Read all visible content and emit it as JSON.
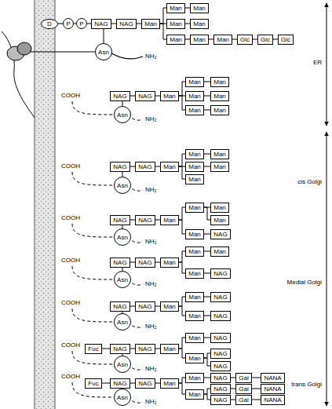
{
  "diagram": {
    "nodes": [
      {
        "text": [
          "D"
        ]
      },
      {
        "text": [
          "P"
        ]
      },
      {
        "text": [
          "P"
        ]
      },
      {
        "text": [
          "NAG"
        ]
      },
      {
        "text": [
          "NAG"
        ]
      },
      {
        "text": [
          "Man"
        ]
      },
      {
        "text": [
          "Man"
        ]
      },
      {
        "text": [
          "Man"
        ]
      },
      {
        "text": [
          "Man"
        ]
      },
      {
        "text": [
          "Man"
        ]
      },
      {
        "text": [
          "Man"
        ]
      },
      {
        "text": [
          "Man"
        ]
      },
      {
        "text": [
          "Man"
        ]
      },
      {
        "text": [
          "Glc"
        ]
      },
      {
        "text": [
          "Glc"
        ]
      },
      {
        "text": [
          "Glc"
        ]
      },
      {
        "text": [
          "Asn"
        ]
      },
      {
        "text": [
          "NAG"
        ]
      },
      {
        "text": [
          "NAG"
        ]
      },
      {
        "text": [
          "Man"
        ]
      },
      {
        "text": [
          "Man"
        ]
      },
      {
        "text": [
          "Man"
        ]
      },
      {
        "text": [
          "Man"
        ]
      },
      {
        "text": [
          "Man"
        ]
      },
      {
        "text": [
          "Man"
        ]
      },
      {
        "text": [
          "Man"
        ]
      },
      {
        "text": [
          "Asn"
        ]
      },
      {
        "text": [
          "NAG"
        ]
      },
      {
        "text": [
          "NAG"
        ]
      },
      {
        "text": [
          "Man"
        ]
      },
      {
        "text": [
          "Man"
        ]
      },
      {
        "text": [
          "Man"
        ]
      },
      {
        "text": [
          "Man"
        ]
      },
      {
        "text": [
          "Man"
        ]
      },
      {
        "text": [
          "Man"
        ]
      },
      {
        "text": [
          "Asn"
        ]
      },
      {
        "text": [
          "NAG"
        ]
      },
      {
        "text": [
          "NAG"
        ]
      },
      {
        "text": [
          "Man"
        ]
      },
      {
        "text": [
          "Man"
        ]
      },
      {
        "text": [
          "Man"
        ]
      },
      {
        "text": [
          "Man"
        ]
      },
      {
        "text": [
          "Man"
        ]
      },
      {
        "text": [
          "NAG"
        ]
      },
      {
        "text": [
          "Asn"
        ]
      },
      {
        "text": [
          "NAG"
        ]
      },
      {
        "text": [
          "NAG"
        ]
      },
      {
        "text": [
          "Man"
        ]
      },
      {
        "text": [
          "Man"
        ]
      },
      {
        "text": [
          "Man"
        ]
      },
      {
        "text": [
          "Man"
        ]
      },
      {
        "text": [
          "NAG"
        ]
      },
      {
        "text": [
          "Asn"
        ]
      },
      {
        "text": [
          "NAG"
        ]
      },
      {
        "text": [
          "NAG"
        ]
      },
      {
        "text": [
          "Man"
        ]
      },
      {
        "text": [
          "Man"
        ]
      },
      {
        "text": [
          "NAG"
        ]
      },
      {
        "text": [
          "Man"
        ]
      },
      {
        "text": [
          "NAG"
        ]
      },
      {
        "text": [
          "Asn"
        ]
      },
      {
        "text": [
          "Fuc"
        ]
      },
      {
        "text": [
          "NAG"
        ]
      },
      {
        "text": [
          "NAG"
        ]
      },
      {
        "text": [
          "Man"
        ]
      },
      {
        "text": [
          "Man"
        ]
      },
      {
        "text": [
          "NAG"
        ]
      },
      {
        "text": [
          "Man"
        ]
      },
      {
        "text": [
          "NAG"
        ]
      },
      {
        "text": [
          "NAG"
        ]
      },
      {
        "text": [
          "Asn"
        ]
      },
      {
        "text": [
          "Fuc"
        ]
      },
      {
        "text": [
          "NAG"
        ]
      },
      {
        "text": [
          "NAG"
        ]
      },
      {
        "text": [
          "Man"
        ]
      },
      {
        "text": [
          "Man"
        ]
      },
      {
        "text": [
          "NAG"
        ]
      },
      {
        "text": [
          "Gal"
        ]
      },
      {
        "text": [
          "NANA"
        ]
      },
      {
        "text": [
          "Man"
        ]
      },
      {
        "text": [
          "NAG"
        ]
      },
      {
        "text": [
          "Gal"
        ]
      },
      {
        "text": [
          "NANA"
        ]
      },
      {
        "text": [
          "NAG"
        ]
      },
      {
        "text": [
          "Gal"
        ]
      },
      {
        "text": [
          "NANA"
        ]
      },
      {
        "text": [
          "Asn"
        ]
      }
    ],
    "edges": [
      {
        "from": 0,
        "to": 1,
        "arrow": "none"
      },
      {
        "from": 1,
        "to": 2,
        "arrow": "none"
      },
      {
        "from": 2,
        "to": 3,
        "arrow": "none"
      },
      {
        "from": 3,
        "to": 4,
        "arrow": "none"
      },
      {
        "from": 4,
        "to": 5,
        "arrow": "none"
      },
      {
        "from": 5,
        "to": 6,
        "arrow": "none"
      },
      {
        "from": 6,
        "to": 7,
        "arrow": "none"
      },
      {
        "from": 5,
        "to": 8,
        "arrow": "none"
      },
      {
        "from": 8,
        "to": 9,
        "arrow": "none"
      },
      {
        "from": 5,
        "to": 10,
        "arrow": "none"
      },
      {
        "from": 10,
        "to": 11,
        "arrow": "none"
      },
      {
        "from": 11,
        "to": 12,
        "arrow": "none"
      },
      {
        "from": 12,
        "to": 13,
        "arrow": "none"
      },
      {
        "from": 13,
        "to": 14,
        "arrow": "none"
      },
      {
        "from": 14,
        "to": 15,
        "arrow": "none"
      },
      {
        "from": 3,
        "to": 16,
        "arrow": "none"
      },
      {
        "from": 17,
        "to": 18,
        "arrow": "none"
      },
      {
        "from": 18,
        "to": 19,
        "arrow": "none"
      },
      {
        "from": 19,
        "to": 20,
        "arrow": "none"
      },
      {
        "from": 20,
        "to": 21,
        "arrow": "none"
      },
      {
        "from": 19,
        "to": 22,
        "arrow": "none"
      },
      {
        "from": 22,
        "to": 23,
        "arrow": "none"
      },
      {
        "from": 19,
        "to": 24,
        "arrow": "none"
      },
      {
        "from": 24,
        "to": 25,
        "arrow": "none"
      },
      {
        "from": 17,
        "to": 26,
        "arrow": "none"
      },
      {
        "from": 27,
        "to": 28,
        "arrow": "none"
      },
      {
        "from": 28,
        "to": 29,
        "arrow": "none"
      },
      {
        "from": 29,
        "to": 30,
        "arrow": "none"
      },
      {
        "from": 30,
        "to": 31,
        "arrow": "none"
      },
      {
        "from": 29,
        "to": 32,
        "arrow": "none"
      },
      {
        "from": 32,
        "to": 33,
        "arrow": "none"
      },
      {
        "from": 29,
        "to": 34,
        "arrow": "none"
      },
      {
        "from": 27,
        "to": 35,
        "arrow": "none"
      },
      {
        "from": 36,
        "to": 37,
        "arrow": "none"
      },
      {
        "from": 37,
        "to": 38,
        "arrow": "none"
      },
      {
        "from": 38,
        "to": 39,
        "arrow": "none"
      },
      {
        "from": 39,
        "to": 40,
        "arrow": "none"
      },
      {
        "from": 39,
        "to": 41,
        "arrow": "none"
      },
      {
        "from": 38,
        "to": 42,
        "arrow": "none"
      },
      {
        "from": 42,
        "to": 43,
        "arrow": "none"
      },
      {
        "from": 36,
        "to": 44,
        "arrow": "none"
      },
      {
        "from": 45,
        "to": 46,
        "arrow": "none"
      },
      {
        "from": 46,
        "to": 47,
        "arrow": "none"
      },
      {
        "from": 47,
        "to": 48,
        "arrow": "none"
      },
      {
        "from": 48,
        "to": 49,
        "arrow": "none"
      },
      {
        "from": 47,
        "to": 50,
        "arrow": "none"
      },
      {
        "from": 50,
        "to": 51,
        "arrow": "none"
      },
      {
        "from": 45,
        "to": 52,
        "arrow": "none"
      },
      {
        "from": 53,
        "to": 54,
        "arrow": "none"
      },
      {
        "from": 54,
        "to": 55,
        "arrow": "none"
      },
      {
        "from": 55,
        "to": 56,
        "arrow": "none"
      },
      {
        "from": 56,
        "to": 57,
        "arrow": "none"
      },
      {
        "from": 55,
        "to": 58,
        "arrow": "none"
      },
      {
        "from": 58,
        "to": 59,
        "arrow": "none"
      },
      {
        "from": 53,
        "to": 60,
        "arrow": "none"
      },
      {
        "from": 61,
        "to": 62,
        "arrow": "none"
      },
      {
        "from": 62,
        "to": 63,
        "arrow": "none"
      },
      {
        "from": 63,
        "to": 64,
        "arrow": "none"
      },
      {
        "from": 64,
        "to": 65,
        "arrow": "none"
      },
      {
        "from": 65,
        "to": 66,
        "arrow": "none"
      },
      {
        "from": 64,
        "to": 67,
        "arrow": "none"
      },
      {
        "from": 67,
        "to": 68,
        "arrow": "none"
      },
      {
        "from": 67,
        "to": 69,
        "arrow": "none"
      },
      {
        "from": 62,
        "to": 70,
        "arrow": "none"
      },
      {
        "from": 71,
        "to": 72,
        "arrow": "none"
      },
      {
        "from": 72,
        "to": 73,
        "arrow": "none"
      },
      {
        "from": 73,
        "to": 74,
        "arrow": "none"
      },
      {
        "from": 74,
        "to": 75,
        "arrow": "none"
      },
      {
        "from": 75,
        "to": 76,
        "arrow": "none"
      },
      {
        "from": 76,
        "to": 77,
        "arrow": "none"
      },
      {
        "from": 77,
        "to": 78,
        "arrow": "none"
      },
      {
        "from": 74,
        "to": 79,
        "arrow": "none"
      },
      {
        "from": 79,
        "to": 80,
        "arrow": "none"
      },
      {
        "from": 80,
        "to": 81,
        "arrow": "none"
      },
      {
        "from": 81,
        "to": 82,
        "arrow": "none"
      },
      {
        "from": 79,
        "to": 83,
        "arrow": "none"
      },
      {
        "from": 83,
        "to": 84,
        "arrow": "none"
      },
      {
        "from": 84,
        "to": 85,
        "arrow": "none"
      },
      {
        "from": 72,
        "to": 86,
        "arrow": "none"
      }
    ],
    "labels": [
      "NH₂",
      "COOH",
      "NH₂",
      "COOH",
      "NH₂",
      "COOH",
      "NH₂",
      "COOH",
      "NH₂",
      "COOH",
      "NH₂",
      "COOH",
      "NH₂",
      "COOH",
      "NH₂",
      "ER",
      "cis Golgi",
      "Medial Golgi",
      "trans Golgi"
    ]
  }
}
